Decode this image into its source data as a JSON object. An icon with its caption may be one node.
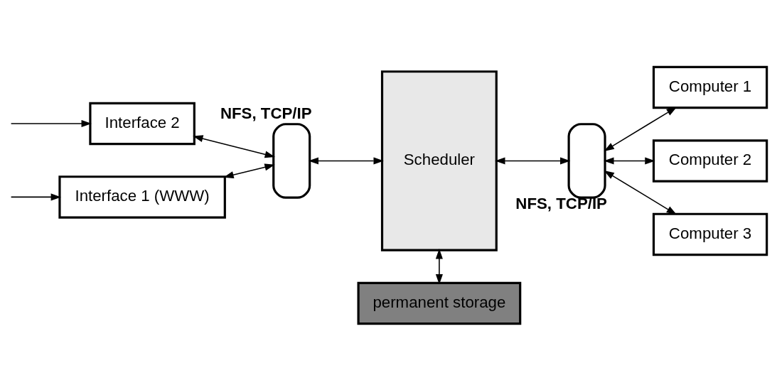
{
  "diagram": {
    "nodes": [
      {
        "text": [
          "Interface 1 (WWW)"
        ]
      },
      {
        "text": [
          "Interface 2"
        ]
      },
      {
        "text": [],
        "shape": "box",
        "beside": [
          "NFS, TCP/IP"
        ]
      },
      {
        "text": [
          "Scheduler"
        ]
      },
      {
        "text": [
          "permanent storage"
        ]
      },
      {
        "text": [],
        "shape": "box",
        "beside": [
          "NFS, TCP/IP"
        ]
      },
      {
        "text": [
          "Computer 1"
        ]
      },
      {
        "text": [
          "Computer 2"
        ]
      },
      {
        "text": [
          "Computer 3"
        ]
      }
    ],
    "edges": [
      {
        "from": null,
        "to": 0,
        "arrow": "to"
      },
      {
        "from": null,
        "to": 1,
        "arrow": "to"
      },
      {
        "from": 0,
        "to": 2,
        "arrow": "both"
      },
      {
        "from": 1,
        "to": 2,
        "arrow": "both"
      },
      {
        "from": 2,
        "to": 3,
        "arrow": "both"
      },
      {
        "from": 3,
        "to": 4,
        "arrow": "both"
      },
      {
        "from": 3,
        "to": 5,
        "arrow": "both"
      },
      {
        "from": 5,
        "to": 6,
        "arrow": "both"
      },
      {
        "from": 5,
        "to": 7,
        "arrow": "both"
      },
      {
        "from": 5,
        "to": 8,
        "arrow": "both"
      }
    ]
  }
}
